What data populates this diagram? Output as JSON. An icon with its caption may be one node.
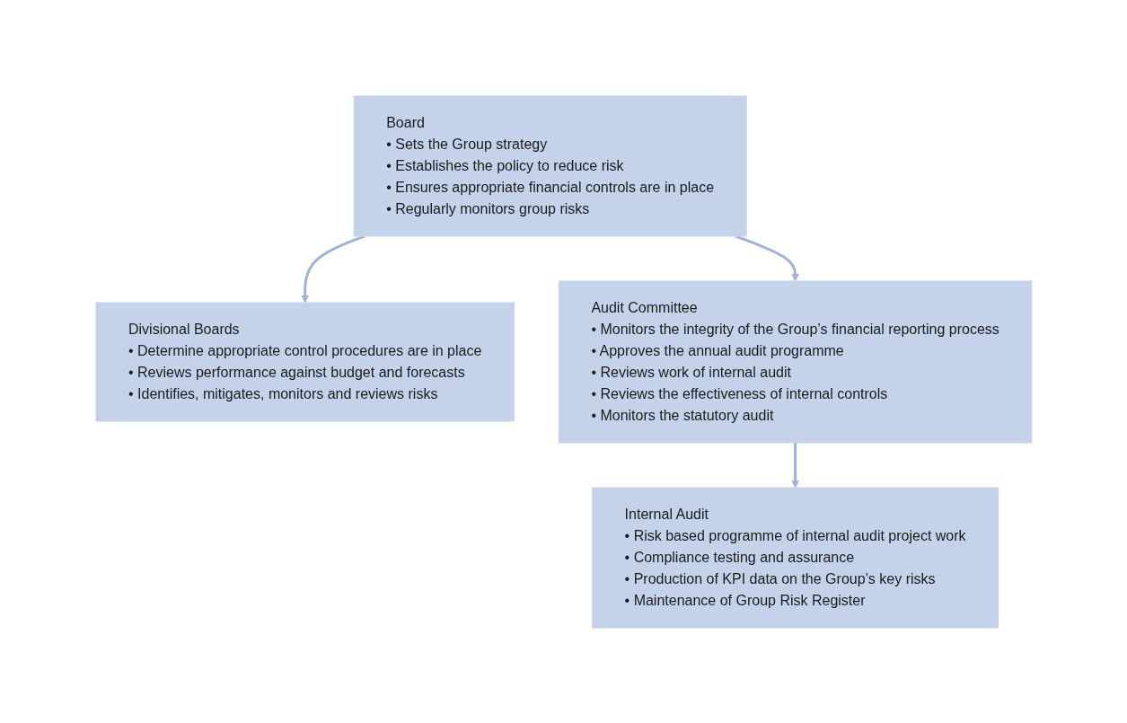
{
  "diagram": {
    "nodes": [
      {
        "text": [
          "Board",
          "• Sets the Group strategy",
          "• Establishes the policy to reduce risk",
          "• Ensures appropriate financial controls are in place",
          "• Regularly monitors group risks"
        ]
      },
      {
        "text": [
          "Divisional Boards",
          "• Determine appropriate control procedures are in place",
          "• Reviews performance against budget and forecasts",
          "• Identifies, mitigates, monitors and reviews risks"
        ]
      },
      {
        "text": [
          "Audit Committee",
          "• Monitors the integrity of the Group’s financial reporting process",
          "• Approves the annual audit programme",
          "• Reviews work of internal audit",
          "• Reviews the effectiveness of internal controls",
          "• Monitors the statutory audit"
        ]
      },
      {
        "text": [
          "Internal Audit",
          "• Risk based programme of internal audit project work",
          "• Compliance testing and assurance",
          "• Production of KPI data on the Group’s key risks",
          "• Maintenance of Group Risk Register"
        ]
      }
    ],
    "edges": [
      {
        "from": 0,
        "to": 1,
        "arrow": "to"
      },
      {
        "from": 0,
        "to": 2,
        "arrow": "to"
      },
      {
        "from": 2,
        "to": 3,
        "arrow": "to"
      }
    ]
  }
}
